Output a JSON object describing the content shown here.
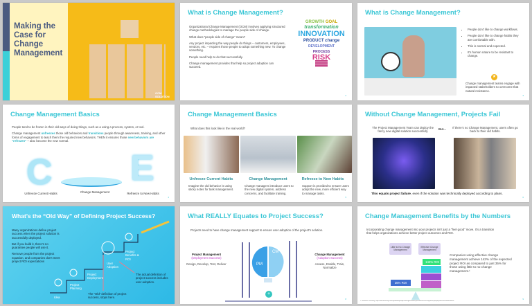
{
  "slides": [
    {
      "title": "Making the Case for Change Management",
      "logo": "OCM SOLUTION"
    },
    {
      "title": "What is Change Management?",
      "paragraphs": [
        "Organizational Change Management (OCM) involves applying structured change methodologies to manage the people side of change.",
        "What does “people side of change” mean?",
        "Any project impacting the way people do things – customers, employees, vendors, etc. – requires those people to adopt something new. To change something.",
        "People need help to do that successfully.",
        "Change management provides that help so project adoption can succeed."
      ],
      "word_cloud": [
        "GROWTH",
        "GOAL",
        "transformation",
        "INNOVATION",
        "PRODUCT",
        "change",
        "DEVELOPMENT",
        "PROCESS",
        "RISK"
      ],
      "page": "2"
    },
    {
      "title": "What is Change Management?",
      "bullets": [
        "People don’t like to change workflows.",
        "People don’t like to change habits they are comfortable with.",
        "This is normal and expected.",
        "It’s human nature to be resistant to change."
      ],
      "callout": "Change management teams engage with impacted stakeholders to overcome that natural resistance.",
      "page": "3"
    },
    {
      "title": "Change Management Basics",
      "p1": "People tend to be frozen in their old ways of doing things, such as a using a process, system, or tool.",
      "p2_parts": [
        "Change management ",
        "unfreezes",
        " those old behaviors and ",
        "transitions",
        " people through awareness, training, and other forms of engagement to teach them the required new behaviors. THEN it ensures those ",
        "new behaviors are “refrozen”",
        " – aka: become the new normal."
      ],
      "labels": [
        "Unfreeze Current Habits",
        "Change Management",
        "Refreeze to New Habits"
      ],
      "page": "4"
    },
    {
      "title": "Change Management Basics",
      "intro": "What does this look like in the real world?",
      "columns": [
        {
          "heading": "Unfreeze Current Habits",
          "text": "Imagine the old behavior is using sticky notes for task management."
        },
        {
          "heading": "Change Management",
          "text": "Change managers introduce users to the new digital system, address concerns, and facilitate training."
        },
        {
          "heading": "Refreeze to New Habits",
          "text": "Support is provided to ensure users adopt the new, more efficient way to manage tasks."
        }
      ],
      "page": "5"
    },
    {
      "title": "Without Change Management, Projects Fail",
      "left": "The Project Management Team can deploy the fancy new digital solution successfully",
      "but": "But...",
      "right": "If there’s no Change Management, users often go back to their old habits.",
      "footer_bold": "This equals project failure",
      "footer_rest": ", even if the solution was technically deployed according to plans.",
      "page": "6"
    },
    {
      "title": "What’s the “Old Way” of Defining Project Success?",
      "paragraphs": [
        "Many organizations define project success when the project solution is successfully deployed.",
        "But if you build it, there’s no guarantee people will use it.",
        "Remove people from the project equation, and companies don’t meet project ROI expectations"
      ],
      "steps": [
        "Idea",
        "Project Planning",
        "Project Deployment",
        "User Adoption",
        "Project Benefits & ROI"
      ],
      "old_note": "The “Old” definition of project success, stops here.",
      "actual_note": "The actual definition of project success includes user adoption."
    },
    {
      "title": "What REALLY Equates to Project Success?",
      "intro": "Projects need to have change management support to ensure user adoption of the project’s solution.",
      "pm": {
        "title": "Project Management",
        "sub": "(Deployment Success)",
        "tasks": "Design, Develop, Test, Deliver",
        "badge": "PM"
      },
      "cm": {
        "title": "Change Management",
        "sub": "(Adoption Success)",
        "tasks": "Assess, Enable, Train, Normalize",
        "badge": "CM"
      },
      "plus": "+",
      "page": "8"
    },
    {
      "title": "Change Management Benefits by the Numbers",
      "intro": "Incorporating change management into your projects isn’t just a “feel good” move. It’s a transition that helps organizations achieve better project outcomes and ROI.",
      "box_left": "Little to No Change Management",
      "box_right": "Effective Change Management",
      "roi_low": "35% ROI",
      "roi_high": "143% ROI",
      "stat": "Companies using effective change management achieve 143% of the expected project ROI as compared to just 35% for those using little to no change management.¹",
      "footnote": "1. Reference: McKinsey, https://www.mckinsey.com/capabilities/people-and-organizational-performance/our-insights/the-people-power-of-transformations",
      "page": "9"
    }
  ],
  "colors": {
    "accent": "#3cc7d6",
    "navy": "#4a5a80",
    "magenta": "#c03fc8"
  }
}
